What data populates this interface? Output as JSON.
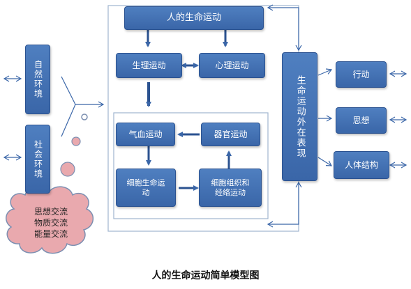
{
  "nodes": {
    "human_life": "人的生命运动",
    "physio": "生理运动",
    "psych": "心理运动",
    "qixue": "气血运动",
    "organ": "器官运动",
    "cell_life": "细胞生命运动",
    "cell_tissue": "细胞组织和经络运动",
    "nature_env": "自然环境",
    "social_env": "社会环境",
    "external": "生命运动外在表现",
    "action": "行动",
    "thought": "思想",
    "body_structure": "人体结构"
  },
  "exchange": [
    "思想交流",
    "物质交流",
    "能量交流"
  ],
  "caption": "人的生命运动简单模型图",
  "colors": {
    "box_fill": "#4a78ba",
    "box_border": "#2b5290",
    "arrow": "#3a66a8",
    "frame": "#9fb5cf",
    "cloud_fill": "#e9a9ae",
    "cloud_stroke": "#7c8fb1",
    "bubble_fill": "#e9a9ae"
  }
}
